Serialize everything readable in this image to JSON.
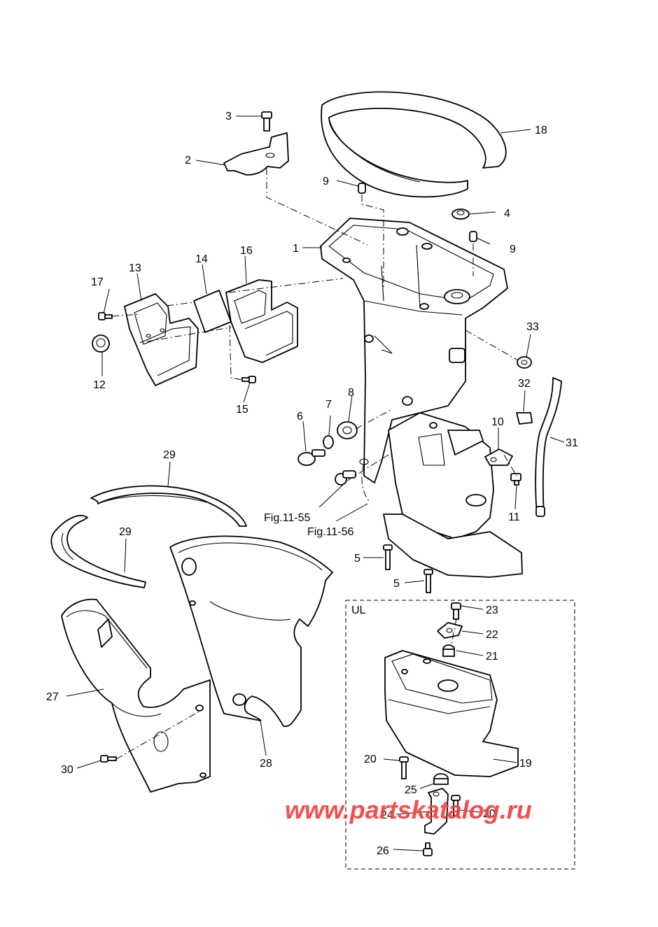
{
  "labels": {
    "p1": "1",
    "p2": "2",
    "p3": "3",
    "p4": "4",
    "p5a": "5",
    "p5b": "5",
    "p6": "6",
    "p7": "7",
    "p8": "8",
    "p9a": "9",
    "p9b": "9",
    "p10": "10",
    "p11": "11",
    "p12": "12",
    "p13": "13",
    "p14": "14",
    "p15": "15",
    "p16": "16",
    "p17": "17",
    "p18": "18",
    "p19": "19",
    "p20a": "20",
    "p20b": "20",
    "p21": "21",
    "p22": "22",
    "p23": "23",
    "p24": "24",
    "p25": "25",
    "p26": "26",
    "p27": "27",
    "p28": "28",
    "p29a": "29",
    "p29b": "29",
    "p30": "30",
    "p31": "31",
    "p32": "32",
    "p33": "33"
  },
  "references": {
    "fig_55": "Fig.11-55",
    "fig_56": "Fig.11-56"
  },
  "inset": {
    "label": "UL"
  },
  "watermark": {
    "text": "www.partskatalog.ru",
    "color": "#f2413d"
  }
}
